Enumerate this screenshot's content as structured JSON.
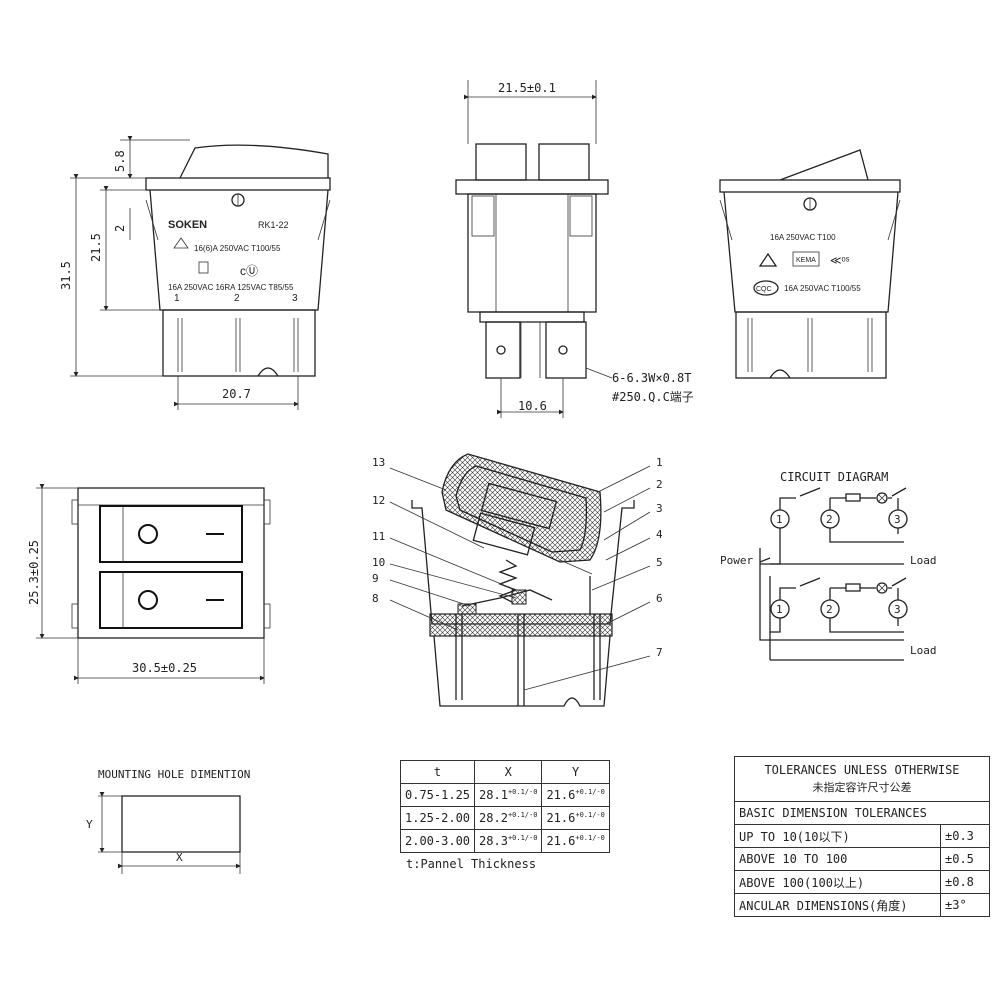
{
  "top_views": {
    "front": {
      "dim_top": "5.8",
      "dim_mid": "2",
      "dim_body": "21.5",
      "dim_total": "31.5",
      "dim_bottom": "20.7",
      "brand": "SOKEN",
      "model": "RK1-22",
      "rating_1": "16(6)A 250VAC T100/55",
      "rating_2": "16A 250VAC 16RA 125VAC T85/55",
      "terminal_1": "1",
      "terminal_2": "2",
      "terminal_3": "3"
    },
    "side": {
      "dim_width": "21.5±0.1",
      "dim_terminal": "10.6",
      "terminal_note_1": "6-6.3W×0.8T",
      "terminal_note_2": "#250.Q.C端子"
    },
    "back": {
      "rating_1": "16A 250VAC T100",
      "rating_2": "16A 250VAC T100/55",
      "cert_ccc": "CQC",
      "cert_kema": "KEMA"
    }
  },
  "panel_view": {
    "dim_height": "25.3±0.25",
    "dim_width": "30.5±0.25"
  },
  "section_view": {
    "callouts": [
      "1",
      "2",
      "3",
      "4",
      "5",
      "6",
      "7",
      "8",
      "9",
      "10",
      "11",
      "12",
      "13"
    ]
  },
  "circuit": {
    "title": "CIRCUIT DIAGRAM",
    "power_label": "Power",
    "load_label_1": "Load",
    "load_label_2": "Load",
    "nodes": [
      "1",
      "2",
      "3",
      "1",
      "2",
      "3"
    ]
  },
  "mounting": {
    "title": "MOUNTING HOLE DIMENTION",
    "x_label": "X",
    "y_label": "Y"
  },
  "panel_table": {
    "headers": [
      "t",
      "X",
      "Y"
    ],
    "rows": [
      [
        "0.75-1.25",
        "28.1",
        "21.6"
      ],
      [
        "1.25-2.00",
        "28.2",
        "21.6"
      ],
      [
        "2.00-3.00",
        "28.3",
        "21.6"
      ]
    ],
    "tol_x": "+0.1/-0",
    "tol_y": "+0.1/-0",
    "note": "t:Pannel Thickness"
  },
  "tolerance_table": {
    "title": "TOLERANCES UNLESS OTHERWISE",
    "title_cn": "未指定容许尺寸公差",
    "subtitle": "BASIC DIMENSION TOLERANCES",
    "rows": [
      [
        "UP TO 10(10以下)",
        "±0.3"
      ],
      [
        "ABOVE 10 TO 100",
        "±0.5"
      ],
      [
        "ABOVE 100(100以上)",
        "±0.8"
      ],
      [
        "ANCULAR DIMENSIONS(角度)",
        "±3°"
      ]
    ]
  }
}
